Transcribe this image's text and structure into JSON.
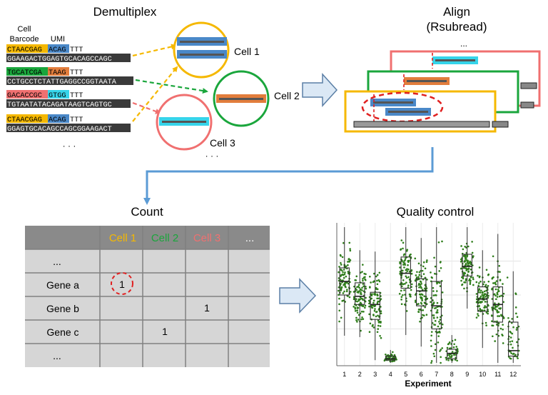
{
  "colors": {
    "yellow": "#f5b800",
    "green": "#1aa63c",
    "red": "#f07070",
    "blue": "#4a88c8",
    "cyan": "#36d4ea",
    "orange": "#e27d3c",
    "read_bg": "#3a3a3a",
    "arrow_fill": "#dbe8f5",
    "arrow_stroke": "#5b7fa6",
    "grid_bg": "#d6d6d6",
    "grid_line": "#808080",
    "header_bg": "#8a8a8a",
    "point": "#2e7d1a",
    "dashed_red": "#e02020"
  },
  "demultiplex": {
    "title": "Demultiplex",
    "label_cell_barcode_line1": "Cell",
    "label_cell_barcode_line2": "Barcode",
    "label_umi": "UMI",
    "reads": [
      {
        "barcode": "CTAACGAG",
        "umi": "ACAG",
        "tail": "TTT",
        "seq": "GGAAGACTGGAGTGCACAGCCAGC",
        "barcode_color": "yellow",
        "umi_color": "blue"
      },
      {
        "barcode": "TGCATCGA",
        "umi": "TAAG",
        "tail": "TTT",
        "seq": "CCTGCCTCTATTGAGGCCGGTAATA",
        "barcode_color": "green",
        "umi_color": "orange"
      },
      {
        "barcode": "GACACCGC",
        "umi": "GTGG",
        "tail": "TTT",
        "seq": "TGTAATATACAGATAAGTCAGTGC",
        "barcode_color": "red",
        "umi_color": "cyan"
      },
      {
        "barcode": "CTAACGAG",
        "umi": "ACAG",
        "tail": "TTT",
        "seq": "GGAGTGCACAGCCAGCGGAAGACT",
        "barcode_color": "yellow",
        "umi_color": "blue"
      }
    ],
    "reads_more": "· · ·",
    "cells": [
      {
        "label": "Cell 1",
        "color": "yellow"
      },
      {
        "label": "Cell 2",
        "color": "green"
      },
      {
        "label": "Cell 3",
        "color": "red"
      }
    ],
    "cells_more": "· · ·"
  },
  "align": {
    "title_line1": "Align",
    "title_line2": "(Rsubread)",
    "stack_more": "..."
  },
  "count": {
    "title": "Count",
    "header": [
      "",
      "Cell 1",
      "Cell 2",
      "Cell 3",
      "..."
    ],
    "header_colors": [
      "",
      "yellow",
      "green",
      "red",
      ""
    ],
    "rows": [
      {
        "label": "...",
        "values": [
          "",
          "",
          "",
          ""
        ]
      },
      {
        "label": "Gene a",
        "values": [
          "1",
          "",
          "",
          ""
        ]
      },
      {
        "label": "Gene b",
        "values": [
          "",
          "",
          "1",
          ""
        ]
      },
      {
        "label": "Gene c",
        "values": [
          "",
          "1",
          "",
          ""
        ]
      },
      {
        "label": "...",
        "values": [
          "",
          "",
          "",
          ""
        ]
      }
    ]
  },
  "quality_control": {
    "title": "Quality control"
  },
  "chart_data": {
    "type": "box+scatter",
    "title": "",
    "xlabel": "Experiment",
    "ylabel": "",
    "categories": [
      "1",
      "2",
      "3",
      "4",
      "5",
      "6",
      "7",
      "8",
      "9",
      "10",
      "11",
      "12"
    ],
    "grid": true,
    "boxes": [
      {
        "q1": 0.5,
        "median": 0.6,
        "q3": 0.7
      },
      {
        "q1": 0.43,
        "median": 0.49,
        "q3": 0.59
      },
      {
        "q1": 0.32,
        "median": 0.43,
        "q3": 0.52
      },
      {
        "q1": 0.02,
        "median": 0.03,
        "q3": 0.05
      },
      {
        "q1": 0.55,
        "median": 0.66,
        "q3": 0.78
      },
      {
        "q1": 0.42,
        "median": 0.53,
        "q3": 0.62
      },
      {
        "q1": 0.25,
        "median": 0.42,
        "q3": 0.6
      },
      {
        "q1": 0.03,
        "median": 0.07,
        "q3": 0.1
      },
      {
        "q1": 0.64,
        "median": 0.71,
        "q3": 0.8
      },
      {
        "q1": 0.38,
        "median": 0.47,
        "q3": 0.56
      },
      {
        "q1": 0.3,
        "median": 0.43,
        "q3": 0.56
      },
      {
        "q1": 0.05,
        "median": 0.09,
        "q3": 0.3
      }
    ]
  }
}
